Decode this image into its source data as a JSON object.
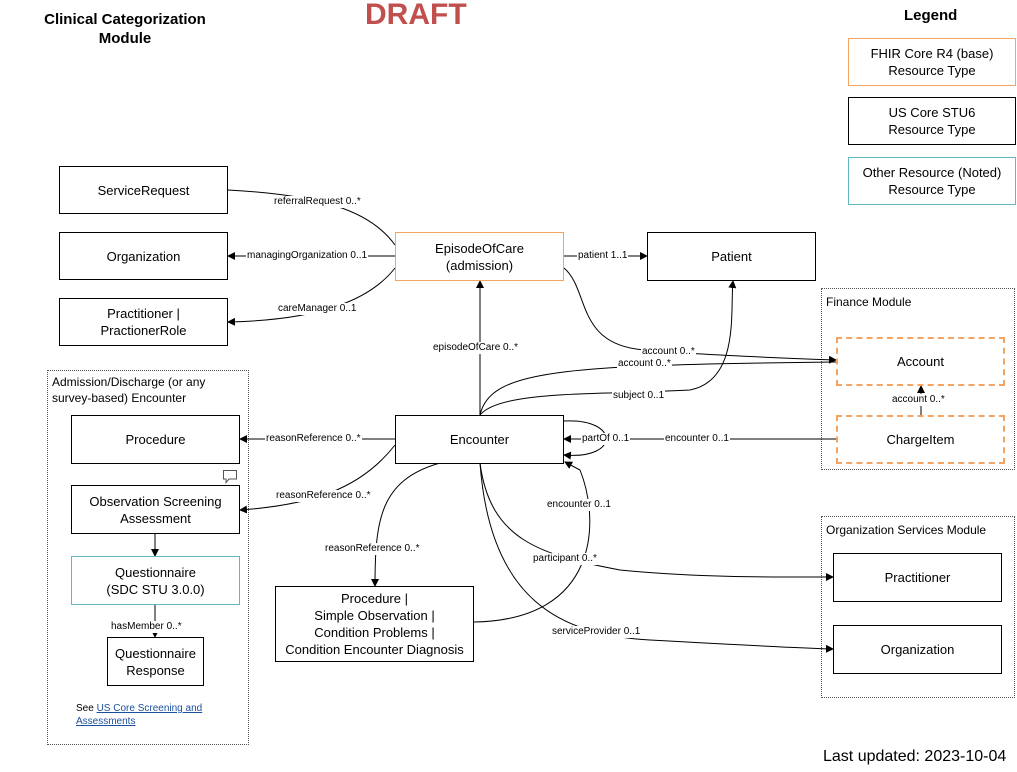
{
  "title": "Clinical Categorization\nModule",
  "draft": "DRAFT",
  "legend": {
    "title": "Legend",
    "fhir_core": "FHIR Core R4 (base)\nResource Type",
    "us_core": "US Core STU6\nResource Type",
    "other": "Other Resource (Noted)\nResource Type"
  },
  "groups": {
    "admission": "Admission/Discharge (or any\nsurvey-based) Encounter",
    "finance": "Finance Module",
    "org_services": "Organization Services Module"
  },
  "nodes": {
    "service_request": "ServiceRequest",
    "organization_left": "Organization",
    "practitioner_role": "Practitioner |\nPractionerRole",
    "episode_of_care": "EpisodeOfCare\n(admission)",
    "patient": "Patient",
    "account": "Account",
    "charge_item": "ChargeItem",
    "procedure": "Procedure",
    "encounter": "Encounter",
    "observation_screening": "Observation Screening\nAssessment",
    "questionnaire": "Questionnaire\n(SDC STU 3.0.0)",
    "questionnaire_response": "Questionnaire\nResponse",
    "procedure_combo": "Procedure |\nSimple Observation |\nCondition Problems |\nCondition Encounter Diagnosis",
    "practitioner_right": "Practitioner",
    "organization_right": "Organization"
  },
  "edges": {
    "referral_request": "referralRequest 0..*",
    "managing_organization": "managingOrganization 0..1",
    "care_manager": "careManager 0..1",
    "patient": "patient 1..1",
    "episode_of_care": "episodeOfCare 0..*",
    "account_1": "account 0..*",
    "account_2": "account 0..*",
    "subject": "subject 0..1",
    "account_3": "account 0..*",
    "reason_ref_1": "reasonReference 0..*",
    "part_of": "partOf 0..1",
    "encounter_1": "encounter 0..1",
    "reason_ref_2": "reasonReference 0..*",
    "encounter_2": "encounter 0..1",
    "reason_ref_3": "reasonReference 0..*",
    "participant": "participant 0..*",
    "has_member": "hasMember 0..*",
    "service_provider": "serviceProvider 0..1"
  },
  "note": {
    "prefix": "See ",
    "link_text": "US Core Screening and\nAssessments"
  },
  "last_updated": "Last updated: 2023-10-04",
  "colors": {
    "fhir_core": "#f4a460",
    "other": "#5fb8c2",
    "draft": "#c0504d"
  },
  "icons": [
    "comment-icon"
  ]
}
